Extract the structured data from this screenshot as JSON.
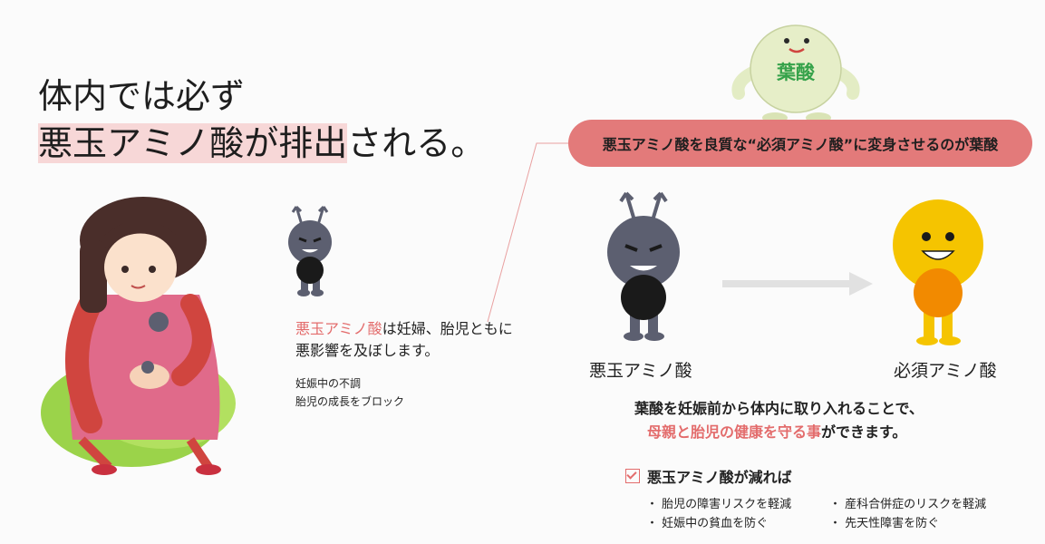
{
  "headline": {
    "line1": "体内では必ず",
    "line2_highlight": "悪玉アミノ酸が排出",
    "line2_rest": "される。"
  },
  "folate_mascot_label": "葉酸",
  "banner": "悪玉アミノ酸を良質な“必須アミノ酸”に変身させるのが葉酸",
  "bad_amino": {
    "highlight": "悪玉アミノ酸",
    "text_a": "は妊婦、胎児ともに",
    "text_b": "悪影響を及ぼします。",
    "effects": [
      "妊娠中の不調",
      "胎児の成長をブロック"
    ]
  },
  "transform": {
    "from_label": "悪玉アミノ酸",
    "to_label": "必須アミノ酸"
  },
  "benefit": {
    "line1": "葉酸を妊娠前から体内に取り入れることで、",
    "line2_highlight": "母親と胎児の健康を守る事",
    "line2_rest": "ができます。"
  },
  "reduce": {
    "heading": "悪玉アミノ酸が減れば",
    "bullets": [
      "胎児の障害リスクを軽減",
      "産科合併症のリスクを軽減",
      "妊娠中の貧血を防ぐ",
      "先天性障害を防ぐ"
    ]
  },
  "colors": {
    "accent_pink": "#e36c6c",
    "banner_bg": "#e37a7a",
    "highlight_bg": "#f7d7d7"
  }
}
